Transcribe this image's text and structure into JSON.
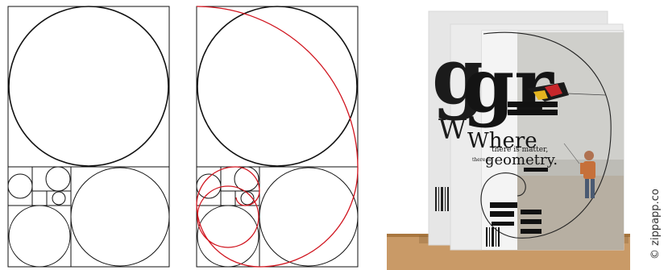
{
  "credit": {
    "symbol": "©",
    "site": "zippapp.co"
  },
  "magazine": {
    "masthead": "gr",
    "headline_word": "Where",
    "headline_line1": "there is matter,",
    "headline_line2_prefix": "there is",
    "headline_line2_word": "geometry."
  },
  "colors": {
    "outline": "#111111",
    "spiral_red": "#d0141e",
    "shelf": "#c99a67",
    "shelf_edge": "#a9773f",
    "cover_back": "#e9e9e9",
    "cover_front": "#f1f1f1",
    "photo_sky": "#cfcfcb",
    "photo_sand": "#b7afa2"
  }
}
